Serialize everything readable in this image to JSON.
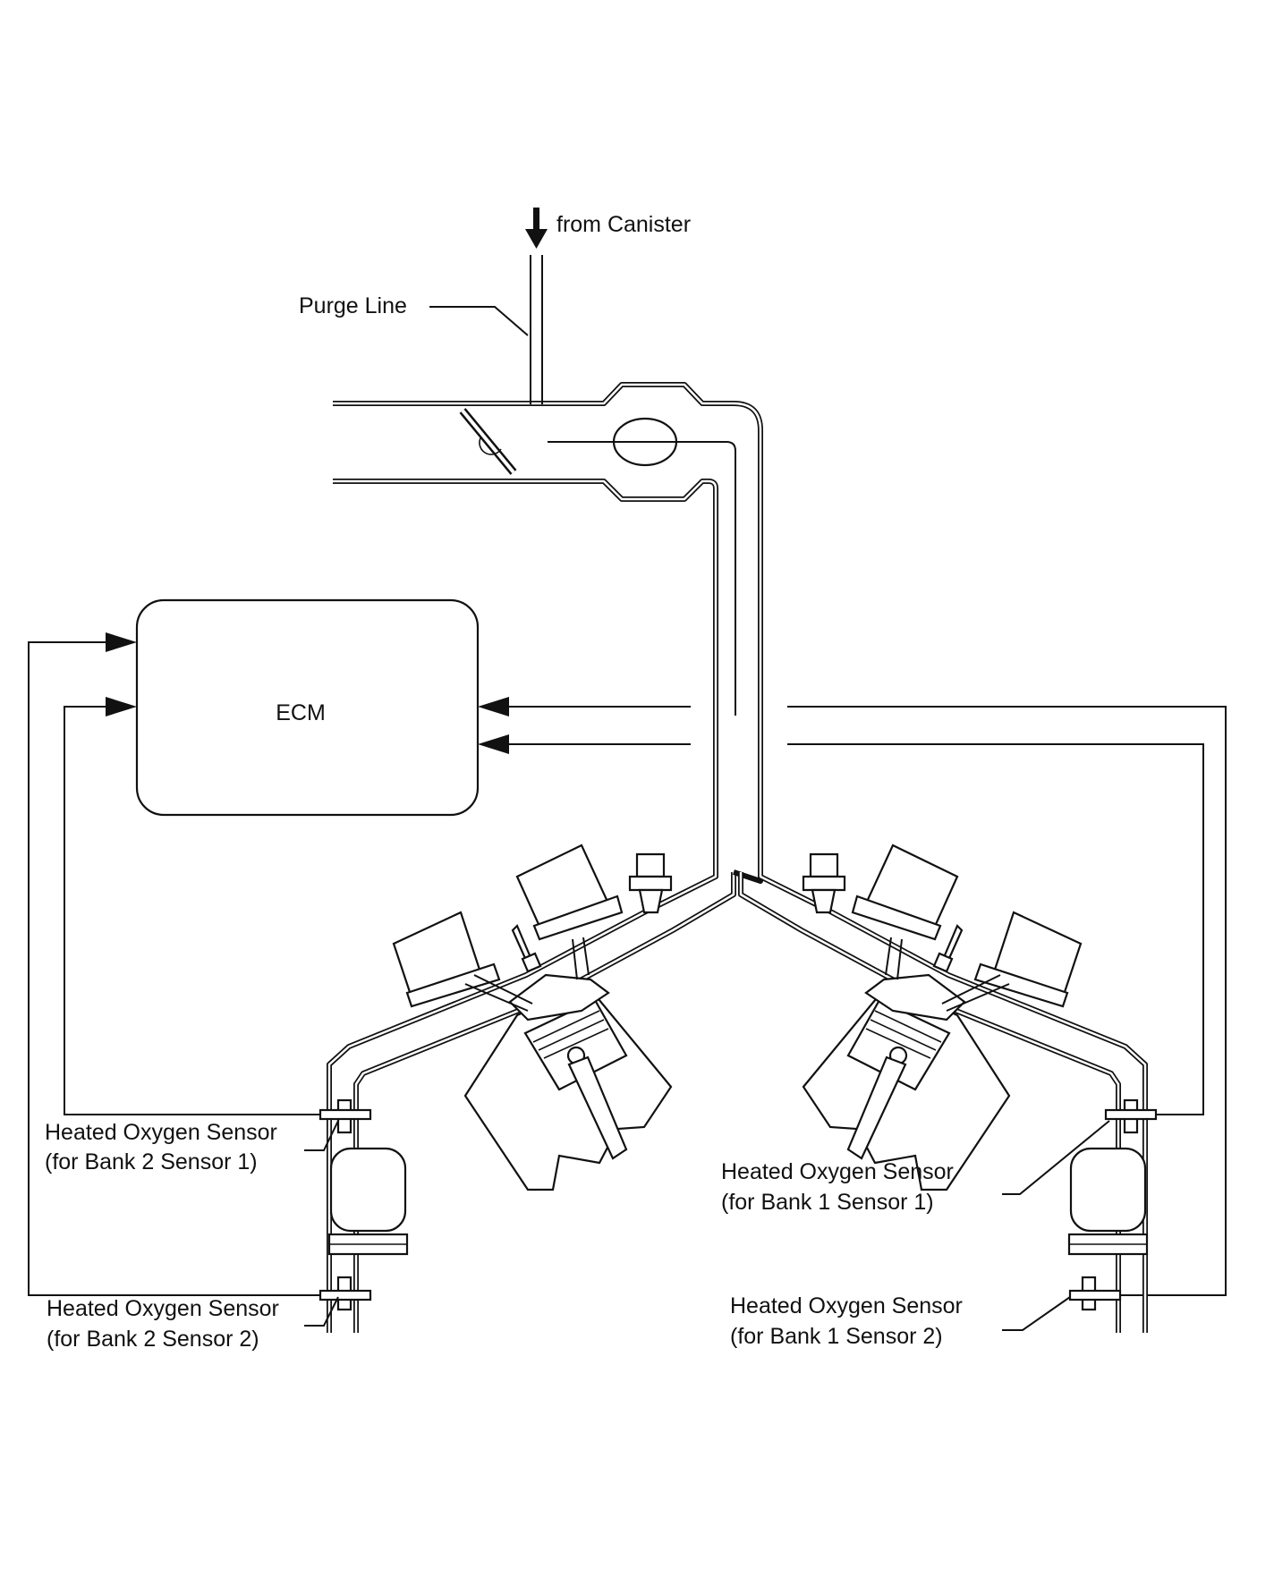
{
  "labels": {
    "from_canister": "from Canister",
    "purge_line": "Purge Line",
    "ecm": "ECM",
    "ho2s_b2s1_line1": "Heated Oxygen Sensor",
    "ho2s_b2s1_line2": "(for Bank 2 Sensor 1)",
    "ho2s_b2s2_line1": "Heated Oxygen Sensor",
    "ho2s_b2s2_line2": "(for Bank 2 Sensor 2)",
    "ho2s_b1s1_line1": "Heated Oxygen Sensor",
    "ho2s_b1s1_line2": "(for Bank 1 Sensor 1)",
    "ho2s_b1s2_line1": "Heated Oxygen Sensor",
    "ho2s_b1s2_line2": "(for Bank 1 Sensor 2)"
  },
  "colors": {
    "line": "#111111",
    "background": "#ffffff"
  }
}
